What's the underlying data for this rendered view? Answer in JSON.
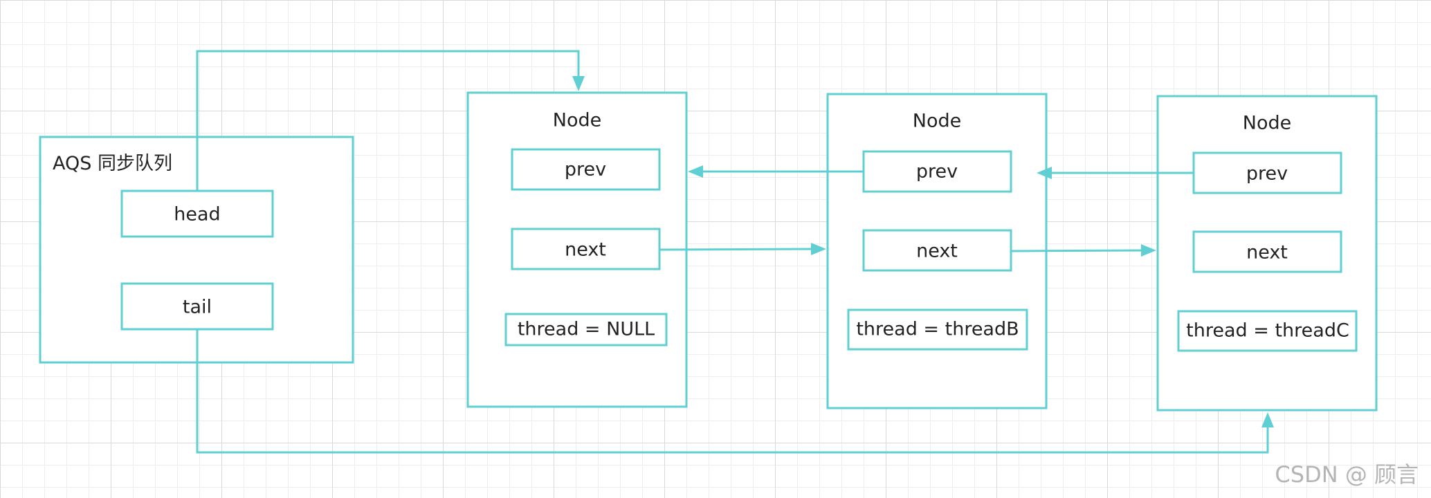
{
  "queue": {
    "title": "AQS 同步队列",
    "head_label": "head",
    "tail_label": "tail"
  },
  "nodes": [
    {
      "title": "Node",
      "prev": "prev",
      "next": "next",
      "thread": "thread = NULL"
    },
    {
      "title": "Node",
      "prev": "prev",
      "next": "next",
      "thread": "thread = threadB"
    },
    {
      "title": "Node",
      "prev": "prev",
      "next": "next",
      "thread": "thread = threadC"
    }
  ],
  "watermark": "CSDN @ 顾言",
  "colors": {
    "accent": "#5fcfd3",
    "text": "#222222",
    "grid": "#d9d9d9"
  }
}
